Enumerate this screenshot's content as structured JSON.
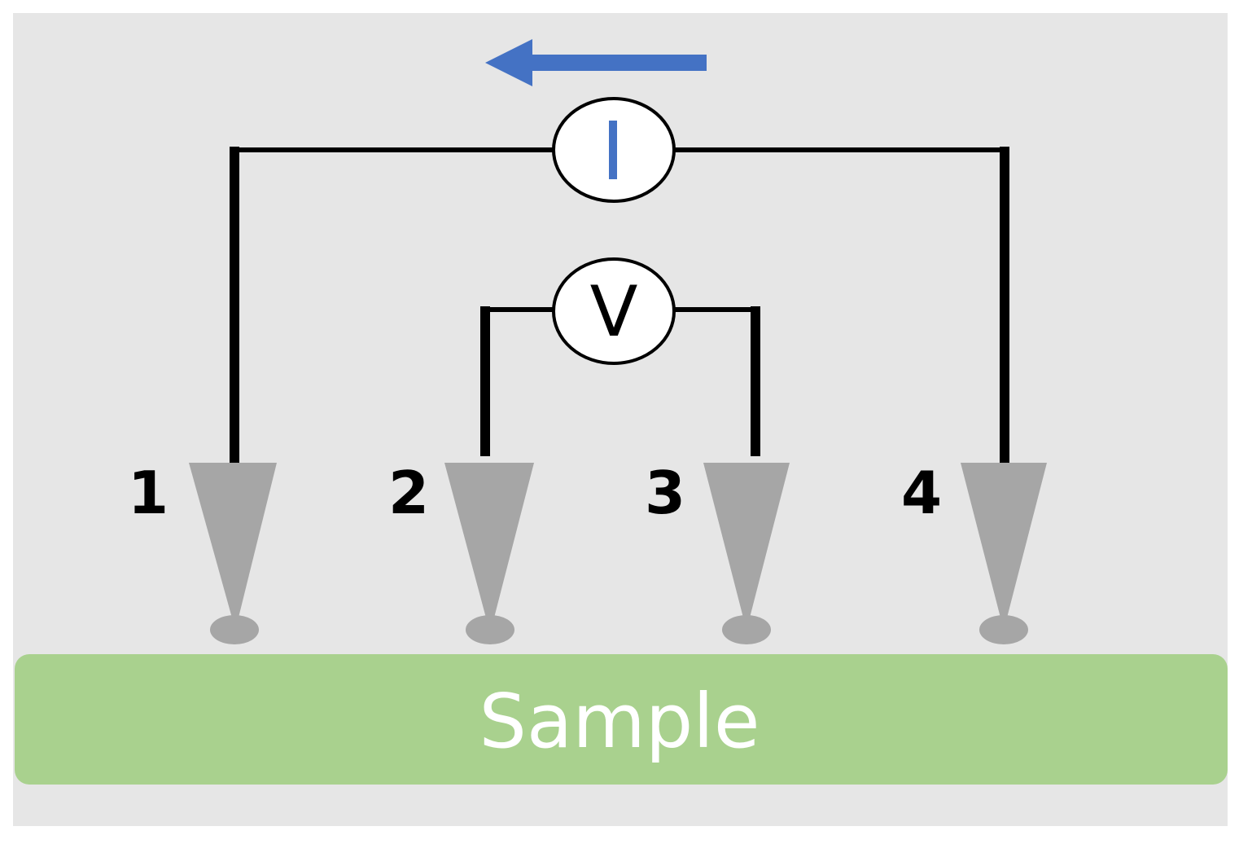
{
  "diagram": {
    "current_meter_label": "I",
    "voltage_meter_label": "V",
    "probes": [
      {
        "label": "1"
      },
      {
        "label": "2"
      },
      {
        "label": "3"
      },
      {
        "label": "4"
      }
    ],
    "sample_label": "Sample"
  },
  "colors": {
    "background": "#e6e6e6",
    "sample_fill": "#a9d18e",
    "probe_fill": "#a6a6a6",
    "arrow": "#4472c4",
    "wire": "#000000"
  },
  "icons": {
    "current_direction": "left-arrow-icon"
  }
}
